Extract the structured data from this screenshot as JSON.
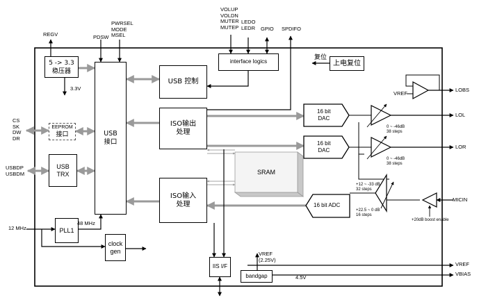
{
  "top_pins": {
    "regv": "REGV",
    "pdsw": "PDSW",
    "pwrsel": "PWRSEL\nMODE\nMSEL",
    "volume": "VOLUP\nVOLDN\nMUTER\nMUTEP",
    "led": "LEDO\nLEDR",
    "gpio": "GPIO",
    "spdifo": "SPDIFO"
  },
  "left_pins": {
    "eeprom_bus": "CS\nSK\nDW\nDR",
    "usb_dp_dm": "USBDP\nUSBDM",
    "clock_in": "12 MHz"
  },
  "right_pins": {
    "lobs": "LOBS",
    "lol": "LOL",
    "lor": "LOR",
    "micin": "MICIN",
    "vref": "VREF",
    "vbias": "VBIAS"
  },
  "blocks": {
    "regulator": "5 -> 3.3\n稳压器",
    "v33": "3.3V",
    "eeprom_small": "EEPROM",
    "eeprom_cn": "接口",
    "usb_trx": "USB\nTRX",
    "pll": "PLL1",
    "pll_out": "48 MHz",
    "clock_gen": "clock\ngen",
    "usb_port": "USB\n接口",
    "usb_ctrl": "USB 控制",
    "iface": "interface logics",
    "reset_label": "复位",
    "reset_box": "上电复位",
    "iso_out": "ISO输出\n处理",
    "iso_in": "ISO输入\n处理",
    "sram": "SRAM",
    "dac_left": "16 bit\nDAC",
    "dac_right": "16 bit\nDAC",
    "adc": "16 bit ADC",
    "iis": "IIS I/F",
    "bandgap": "bandgap",
    "vref_bg": "VREF\n(2.25V)",
    "v45": "4.5V",
    "vref_lobs": "VREF"
  },
  "annotations": {
    "att_l": "0 ~ -46dB\n38 steps",
    "att_r": "0 ~ -46dB\n38 steps",
    "adc_gain_a": "+12 ~ -33 dB\n32 steps",
    "adc_gain_b": "+22.5 ~ 0 dB\n16 steps",
    "mic_boost": "+20dB boost enable"
  },
  "colors": {
    "line": "#000000",
    "arrow_gray": "#9a9a9a",
    "sram_face": "#f4f4f4",
    "sram_side": "#c8c8c8"
  }
}
